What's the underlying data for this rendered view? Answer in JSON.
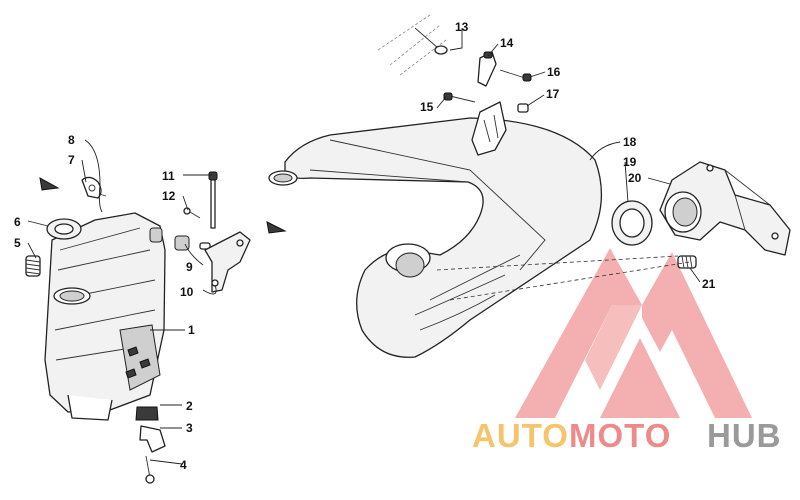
{
  "diagram": {
    "callouts": [
      "1",
      "2",
      "3",
      "4",
      "5",
      "6",
      "7",
      "8",
      "9",
      "10",
      "11",
      "12",
      "13",
      "14",
      "15",
      "16",
      "17",
      "18",
      "19",
      "20",
      "21"
    ]
  },
  "watermark": {
    "word_1": "AUTO",
    "word_2": "MOTO",
    "word_3": "HUB",
    "colors": {
      "auto": "#f6c46a",
      "moto": "#ef8a8a",
      "hub": "#9a9a9a",
      "logo": "#f2a0a0"
    }
  }
}
